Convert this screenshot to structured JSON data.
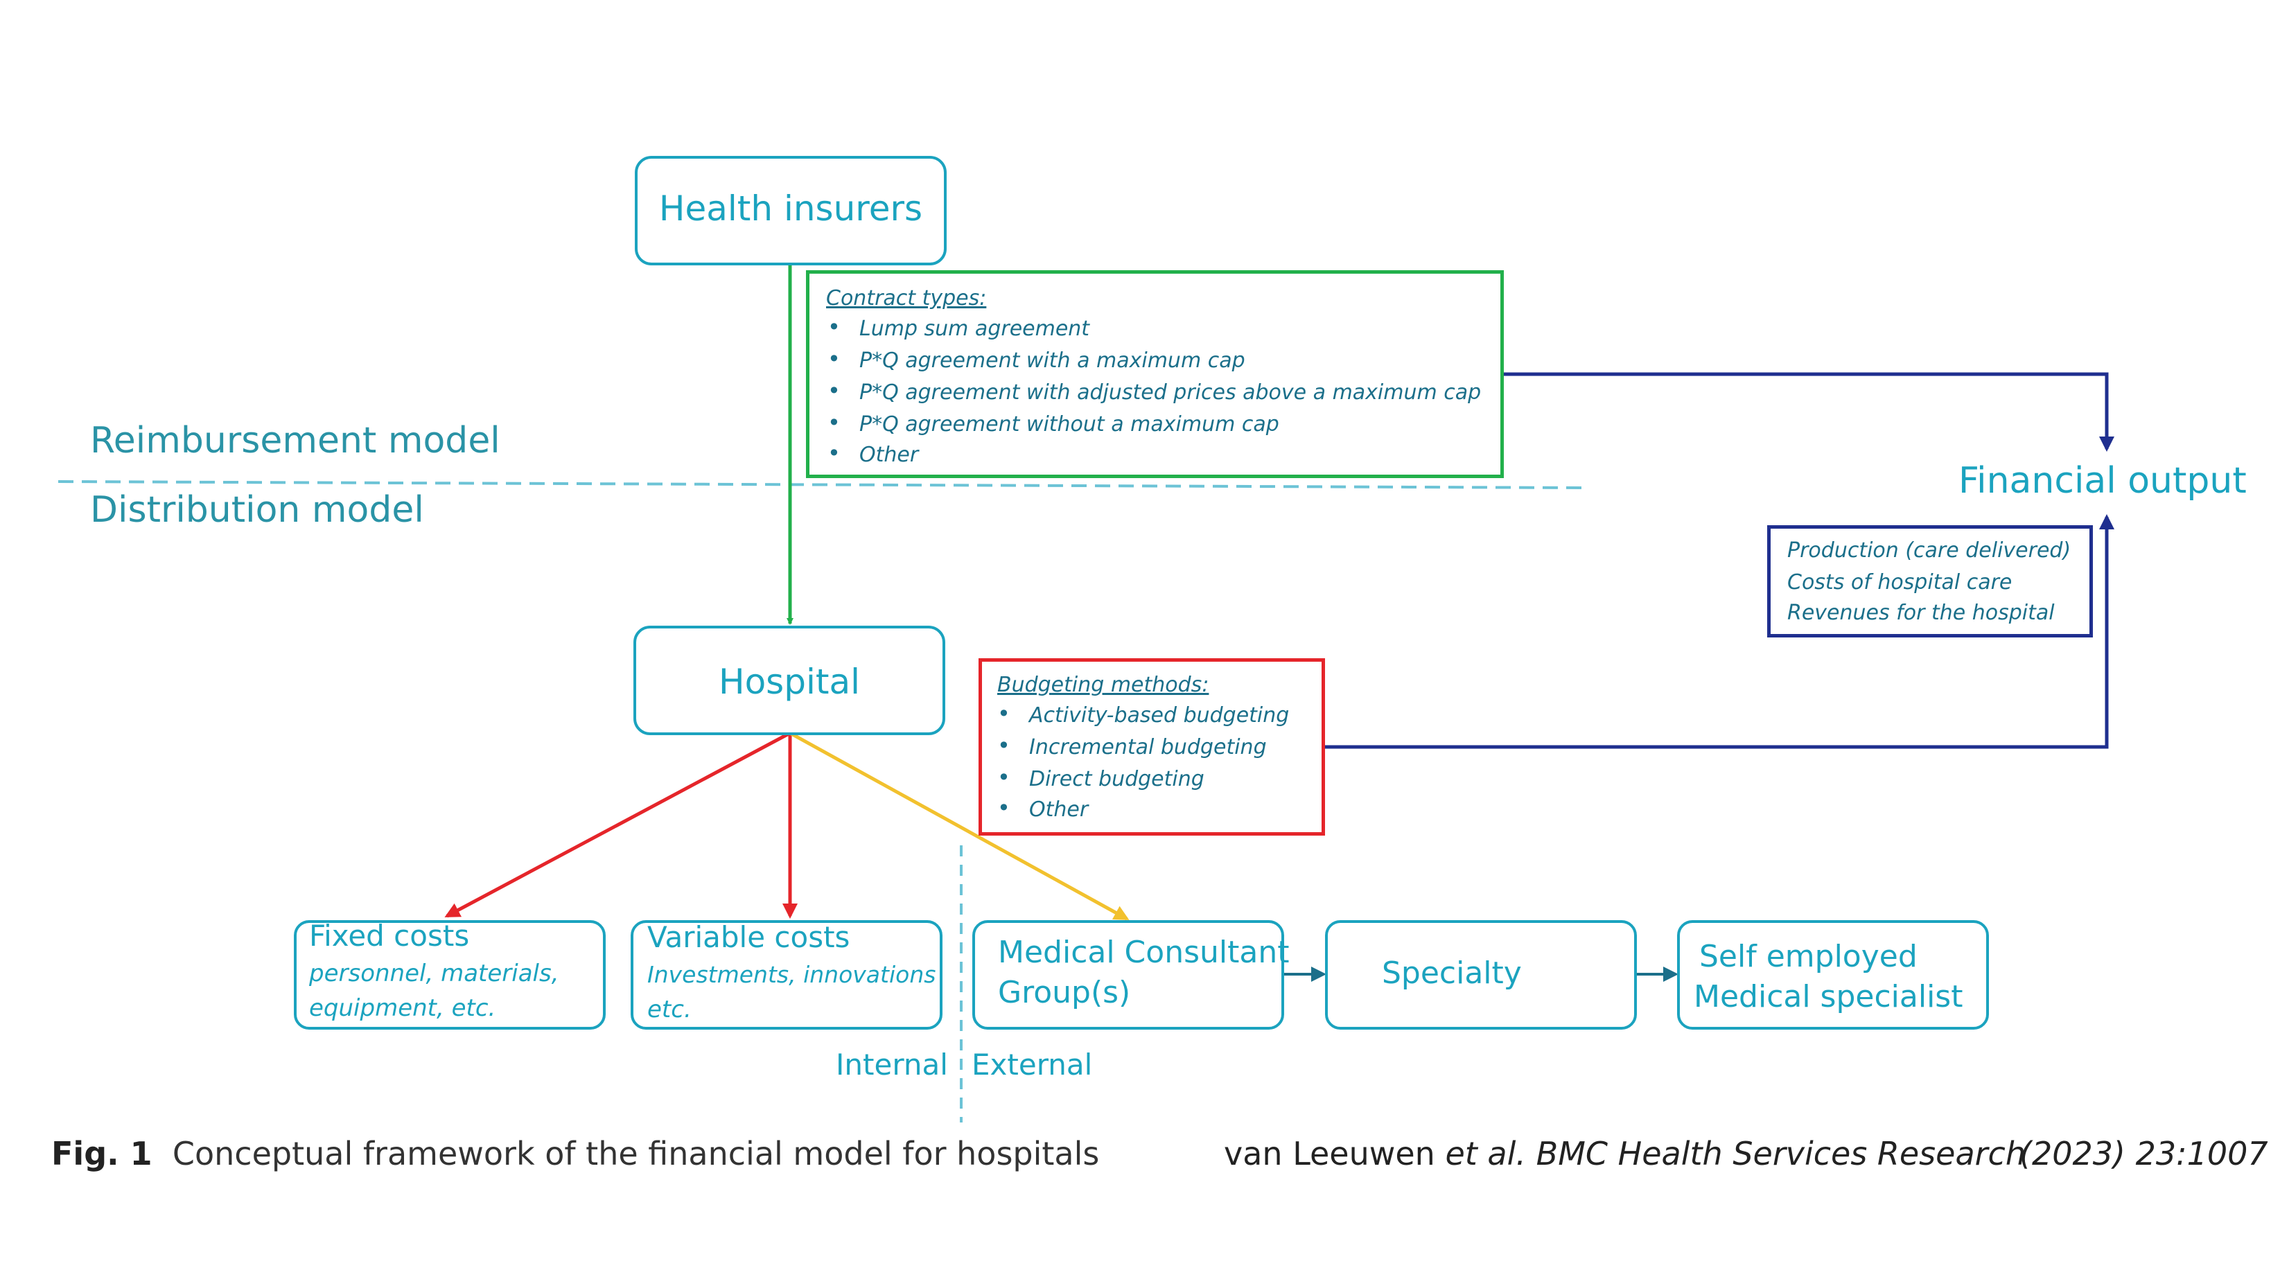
{
  "nodes": {
    "health_insurers": "Health insurers",
    "hospital": "Hospital",
    "financial_output": "Financial output",
    "fixed_costs": {
      "title": "Fixed costs",
      "line1": "personnel, materials,",
      "line2": "equipment, etc."
    },
    "variable_costs": {
      "title": "Variable costs",
      "line1": "Investments, innovations",
      "line2": "etc."
    },
    "medical_consultant": {
      "line1": "Medical Consultant",
      "line2": "Group(s)"
    },
    "specialty": "Specialty",
    "self_employed": {
      "line1": "Self employed",
      "line2": "Medical specialist"
    }
  },
  "sections": {
    "reimbursement": "Reimbursement model",
    "distribution": "Distribution model"
  },
  "contract_types": {
    "heading": "Contract types:",
    "items": [
      "Lump sum agreement",
      "P*Q agreement with a maximum cap",
      "P*Q agreement with adjusted prices above a maximum cap",
      "P*Q agreement without a maximum cap",
      "Other"
    ]
  },
  "budgeting_methods": {
    "heading": "Budgeting methods:",
    "items": [
      "Activity-based budgeting",
      "Incremental budgeting",
      "Direct budgeting",
      "Other"
    ]
  },
  "financial_output_items": [
    "Production (care delivered)",
    "Costs of hospital care",
    "Revenues for the hospital"
  ],
  "split_labels": {
    "internal": "Internal",
    "external": "External"
  },
  "caption": {
    "fig_label": "Fig. 1",
    "text": "Conceptual framework of the financial model for hospitals",
    "authors": "van Leeuwen",
    "etal": "et al.",
    "journal": "BMC Health Services Research",
    "citation": "(2023) 23:1007"
  },
  "colors": {
    "teal": "#1ba3bf",
    "green": "#22b04b",
    "red": "#e5252a",
    "yellow": "#f2c12e",
    "navy": "#1f2f8f",
    "dashed": "#6cc3d6"
  }
}
